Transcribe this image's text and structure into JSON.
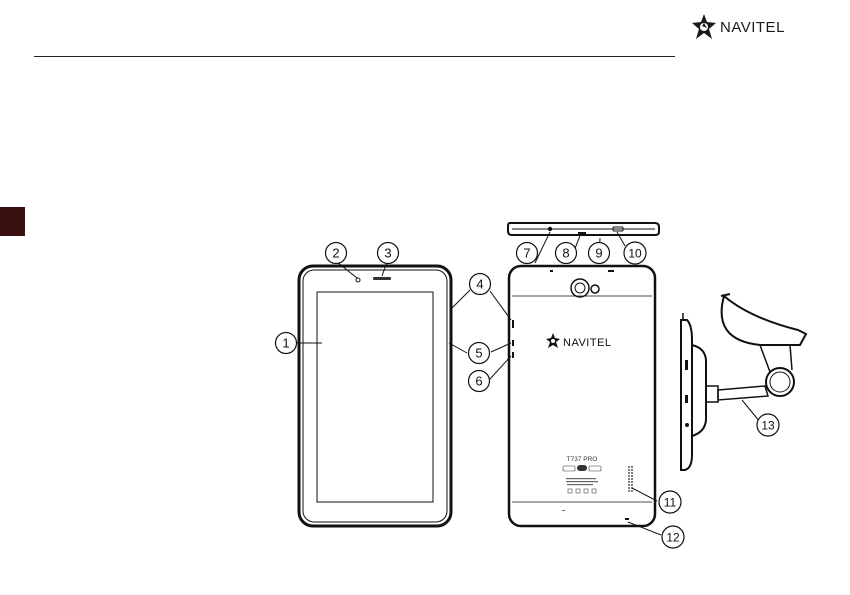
{
  "brand": {
    "name": "NAVITEL",
    "logo_icon": "navitel-star-logo-icon"
  },
  "figure": {
    "device_model": "T737 PRO",
    "back_logo": "NAVITEL",
    "callouts": [
      "1",
      "2",
      "3",
      "4",
      "5",
      "6",
      "7",
      "8",
      "9",
      "10",
      "11",
      "12",
      "13"
    ]
  },
  "colors": {
    "text": "#1a1a1a",
    "rule": "#222222",
    "language_tab": "#3a0f0f"
  }
}
